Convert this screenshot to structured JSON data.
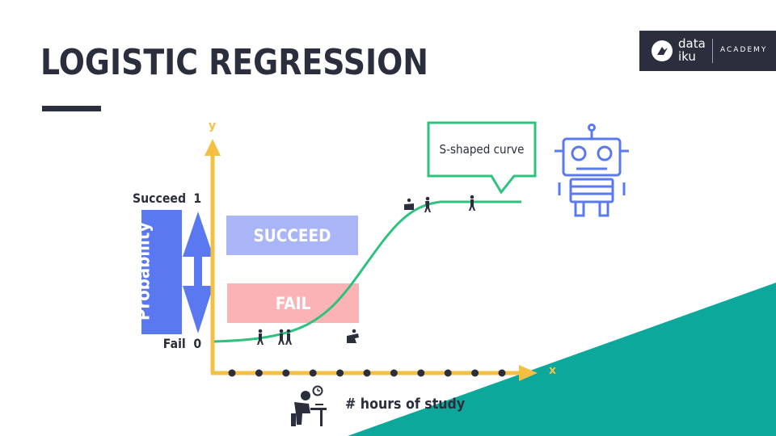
{
  "slide": {
    "title": "LOGISTIC REGRESSION",
    "brand": {
      "line1": "data",
      "line2": "iku",
      "product": "ACADEMY"
    }
  },
  "diagram": {
    "y_axis_letter": "y",
    "x_axis_letter": "x",
    "succeed_label": "Succeed",
    "succeed_value": "1",
    "fail_label": "Fail",
    "fail_value": "0",
    "probability_label": "Probability",
    "succeed_box": "SUCCEED",
    "fail_box": "FAIL",
    "callout": "S-shaped curve",
    "x_caption": "# hours of study",
    "x_dot_count": 11
  },
  "colors": {
    "title": "#2b2f3d",
    "axis": "#f3c044",
    "curve": "#2ec27e",
    "succeed_box": "#a9b5f6",
    "fail_box": "#fbb3b6",
    "probability": "#5a78f0",
    "teal": "#0ca89c",
    "robot": "#5a78f0"
  },
  "icons": [
    "person-walking-icon",
    "robot-icon",
    "student-desk-icon",
    "clock-icon"
  ]
}
